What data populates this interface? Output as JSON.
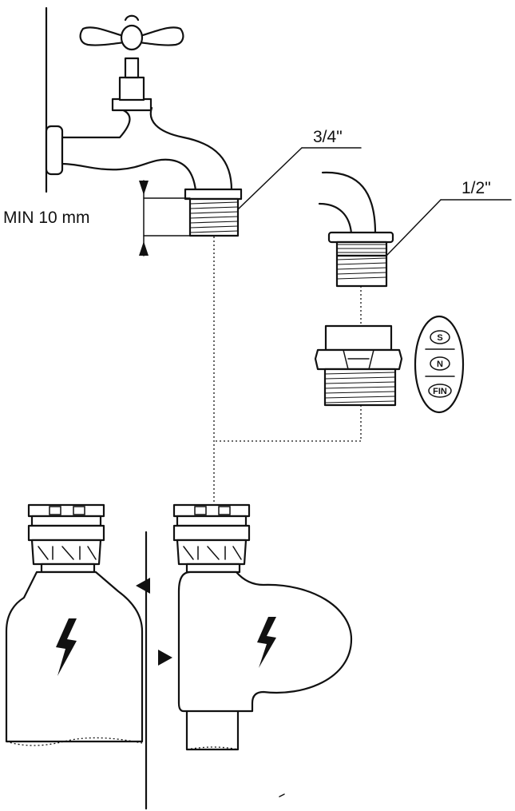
{
  "labels": {
    "tap_thread": "3/4\"",
    "adapter_thread": "1/2\"",
    "min_clearance": "MIN 10 mm"
  },
  "badge": {
    "items": [
      "S",
      "N",
      "FIN"
    ]
  }
}
